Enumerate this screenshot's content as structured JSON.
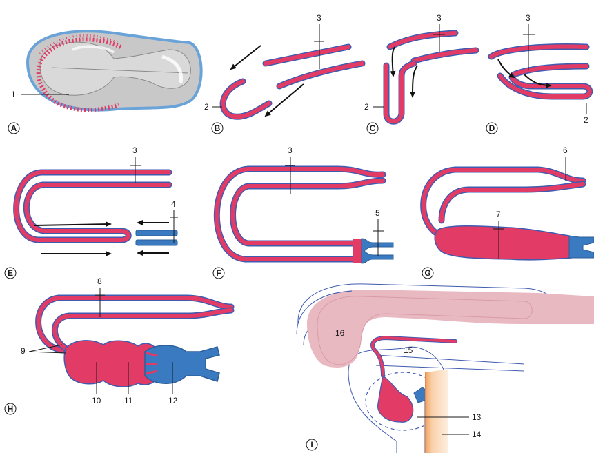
{
  "colors": {
    "endocardial_tube": "#e23b66",
    "tube_outline": "#3f5bb0",
    "venous_blue": "#3a7ac0",
    "embryo_gray": "#c8c8c8",
    "amnion_blue": "#6aa3d8",
    "brain_pink": "#e9b9c2",
    "yolk_orange": "#f4c39a"
  },
  "panels": {
    "A": "A",
    "B": "B",
    "C": "C",
    "D": "D",
    "E": "E",
    "F": "F",
    "G": "G",
    "H": "H",
    "I": "I"
  },
  "labels": {
    "l1": "1",
    "l2": "2",
    "l3": "3",
    "l4": "4",
    "l5": "5",
    "l6": "6",
    "l7": "7",
    "l8": "8",
    "l9": "9",
    "l10": "10",
    "l11": "11",
    "l12": "12",
    "l13": "13",
    "l14": "14",
    "l15": "15",
    "l16": "16"
  }
}
